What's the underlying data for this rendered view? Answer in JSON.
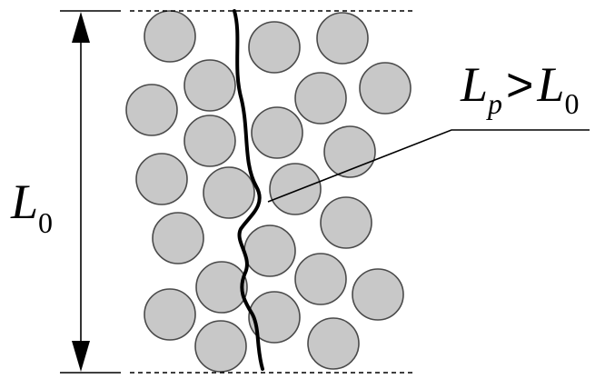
{
  "labels": {
    "left": {
      "main": "L",
      "sub": "0"
    },
    "right": {
      "main1": "L",
      "sub1": "p",
      "operator": ">",
      "main2": "L",
      "sub2": "0"
    }
  },
  "colors": {
    "grain_fill": "#c8c8c8",
    "grain_stroke": "#4a4a4a",
    "line": "#000000"
  },
  "icons": [
    "double-headed-arrow",
    "tortuous-path"
  ]
}
